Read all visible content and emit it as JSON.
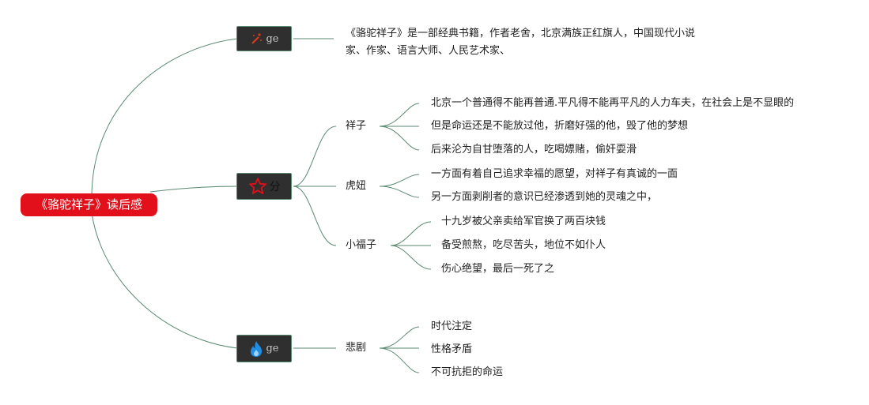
{
  "colors": {
    "root_bg": "#e2101a",
    "hub_bg": "#2f2f2f",
    "connector": "#5a8a70"
  },
  "root": {
    "title": "《骆驼祥子》读后感"
  },
  "hubs": [
    {
      "label": "ge",
      "icon": "sparkle-wand-icon"
    },
    {
      "label": "分",
      "icon": "star-outline-icon"
    },
    {
      "label": "ge",
      "icon": "flame-icon"
    }
  ],
  "intro": {
    "lines": [
      "《骆驼祥子》是一部经典书籍，作者老舍，北京满族正红旗人，中国现代小说",
      "家、作家、语言大师、人民艺术家、"
    ]
  },
  "characters": [
    {
      "name": "祥子",
      "notes": [
        "北京一个普通得不能再普通.平凡得不能再平凡的人力车夫，在社会上是不显眼的",
        "但是命运还是不能放过他，折磨好强的他，毁了他的梦想",
        "后来沦为自甘堕落的人，吃喝嫖赌，偷奸耍滑"
      ]
    },
    {
      "name": "虎妞",
      "notes": [
        "一方面有着自己追求幸福的愿望，对祥子有真诚的一面",
        "另一方面剥削者的意识已经渗透到她的灵魂之中，"
      ]
    },
    {
      "name": "小福子",
      "notes": [
        "十九岁被父亲卖给军官换了两百块钱",
        "备受煎熬，吃尽苦头，地位不如仆人",
        "伤心绝望，最后一死了之"
      ]
    }
  ],
  "tragedy": {
    "name": "悲剧",
    "notes": [
      "时代注定",
      "性格矛盾",
      "不可抗拒的命运"
    ]
  }
}
